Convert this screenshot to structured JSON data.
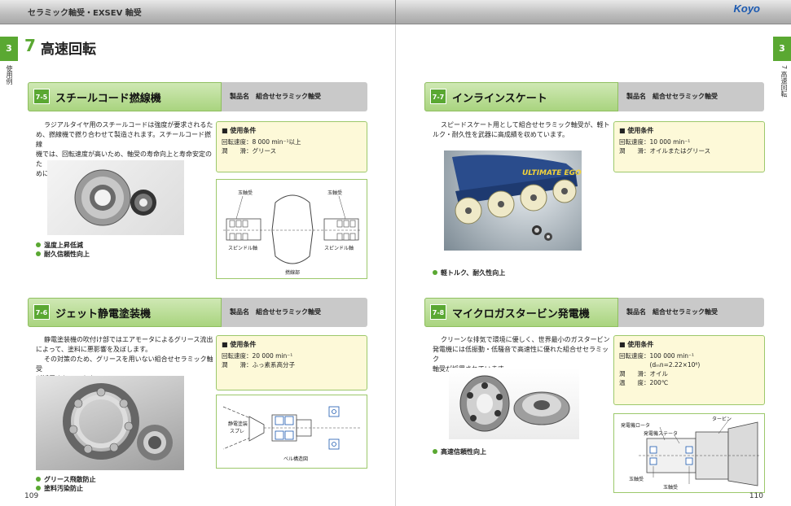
{
  "header": {
    "left": "セラミック軸受・EXSEV 軸受",
    "logo": "Koyo"
  },
  "side": {
    "tab": "3",
    "left_label": "使用例",
    "right_label": "7 高速回転"
  },
  "chapter": {
    "num": "7",
    "title": "高速回転"
  },
  "sections": [
    {
      "badge": "7-5",
      "title": "スチールコード撚線機",
      "product": "製品名　組合せセラミック軸受",
      "desc": [
        "ラジアルタイヤ用のスチールコードは強度が要求されるた",
        "め、撚線機で撚り合わせて製造されます。スチールコード撚線",
        "機では、回転速度が高いため、軸受の寿命向上と寿命安定のた",
        "めに組合せセラミック軸受が採用されています。"
      ],
      "cond_head": "■ 使用条件",
      "cond": [
        "回転速度：8 000 min⁻¹以上",
        "潤　　滑：グリース"
      ],
      "features": [
        "温度上昇低減",
        "耐久信頼性向上"
      ],
      "diagram": {
        "bearing_l": "玉軸受",
        "bearing_r": "玉軸受",
        "spindle_l": "スピンドル軸",
        "spindle_r": "スピンドル軸",
        "bottom": "撚線部"
      }
    },
    {
      "badge": "7-6",
      "title": "ジェット静電塗装機",
      "product": "製品名　組合せセラミック軸受",
      "desc": [
        "静電塗装機の吹付け部ではエアモータによるグリース流出",
        "によって、塗料に悪影響を及ぼします。",
        "その対策のため、グリースを用いない組合せセラミック軸受",
        "が採用されています。"
      ],
      "cond_head": "■ 使用条件",
      "cond": [
        "回転速度：20 000 min⁻¹",
        "潤　　滑：ふっ素系高分子"
      ],
      "features": [
        "グリース飛散防止",
        "塗料汚染防止"
      ],
      "diagram": {
        "label_a": "静電塗装",
        "label_b": "スプレ",
        "bottom": "ベル構造図"
      }
    },
    {
      "badge": "7-7",
      "title": "インラインスケート",
      "product": "製品名　組合せセラミック軸受",
      "desc": [
        "スピードスケート用として組合せセラミック軸受が、軽ト",
        "ルク・耐久性を武器に高成績を収めています。"
      ],
      "cond_head": "■ 使用条件",
      "cond": [
        "回転速度：10 000 min⁻¹",
        "潤　　滑：オイルまたはグリース"
      ],
      "features": [
        "軽トルク、耐久性向上"
      ],
      "photo_text": "ULTIMATE EGO"
    },
    {
      "badge": "7-8",
      "title": "マイクロガスタービン発電機",
      "product": "製品名　組合せセラミック軸受",
      "desc": [
        "クリーンな排気で環境に優しく、世界最小のガスタービン",
        "発電機には低振動・低騒音で高速性に優れた組合せセラミック",
        "軸受が採用されています。"
      ],
      "cond_head": "■ 使用条件",
      "cond": [
        "回転速度：100 000 min⁻¹",
        "　　　　　(dₘn=2.22×10⁶)",
        "潤　　滑：オイル",
        "温　　度：200℃"
      ],
      "features": [
        "高速信頼性向上"
      ],
      "diagram": {
        "rotor": "発電機ロータ",
        "stator": "発電機ステータ",
        "turbine": "タービン",
        "bearing_a": "玉軸受",
        "bearing_b": "玉軸受"
      }
    }
  ],
  "pages": {
    "left": "109",
    "right": "110"
  },
  "colors": {
    "green": "#5aa832",
    "blue": "#1b59b0"
  }
}
